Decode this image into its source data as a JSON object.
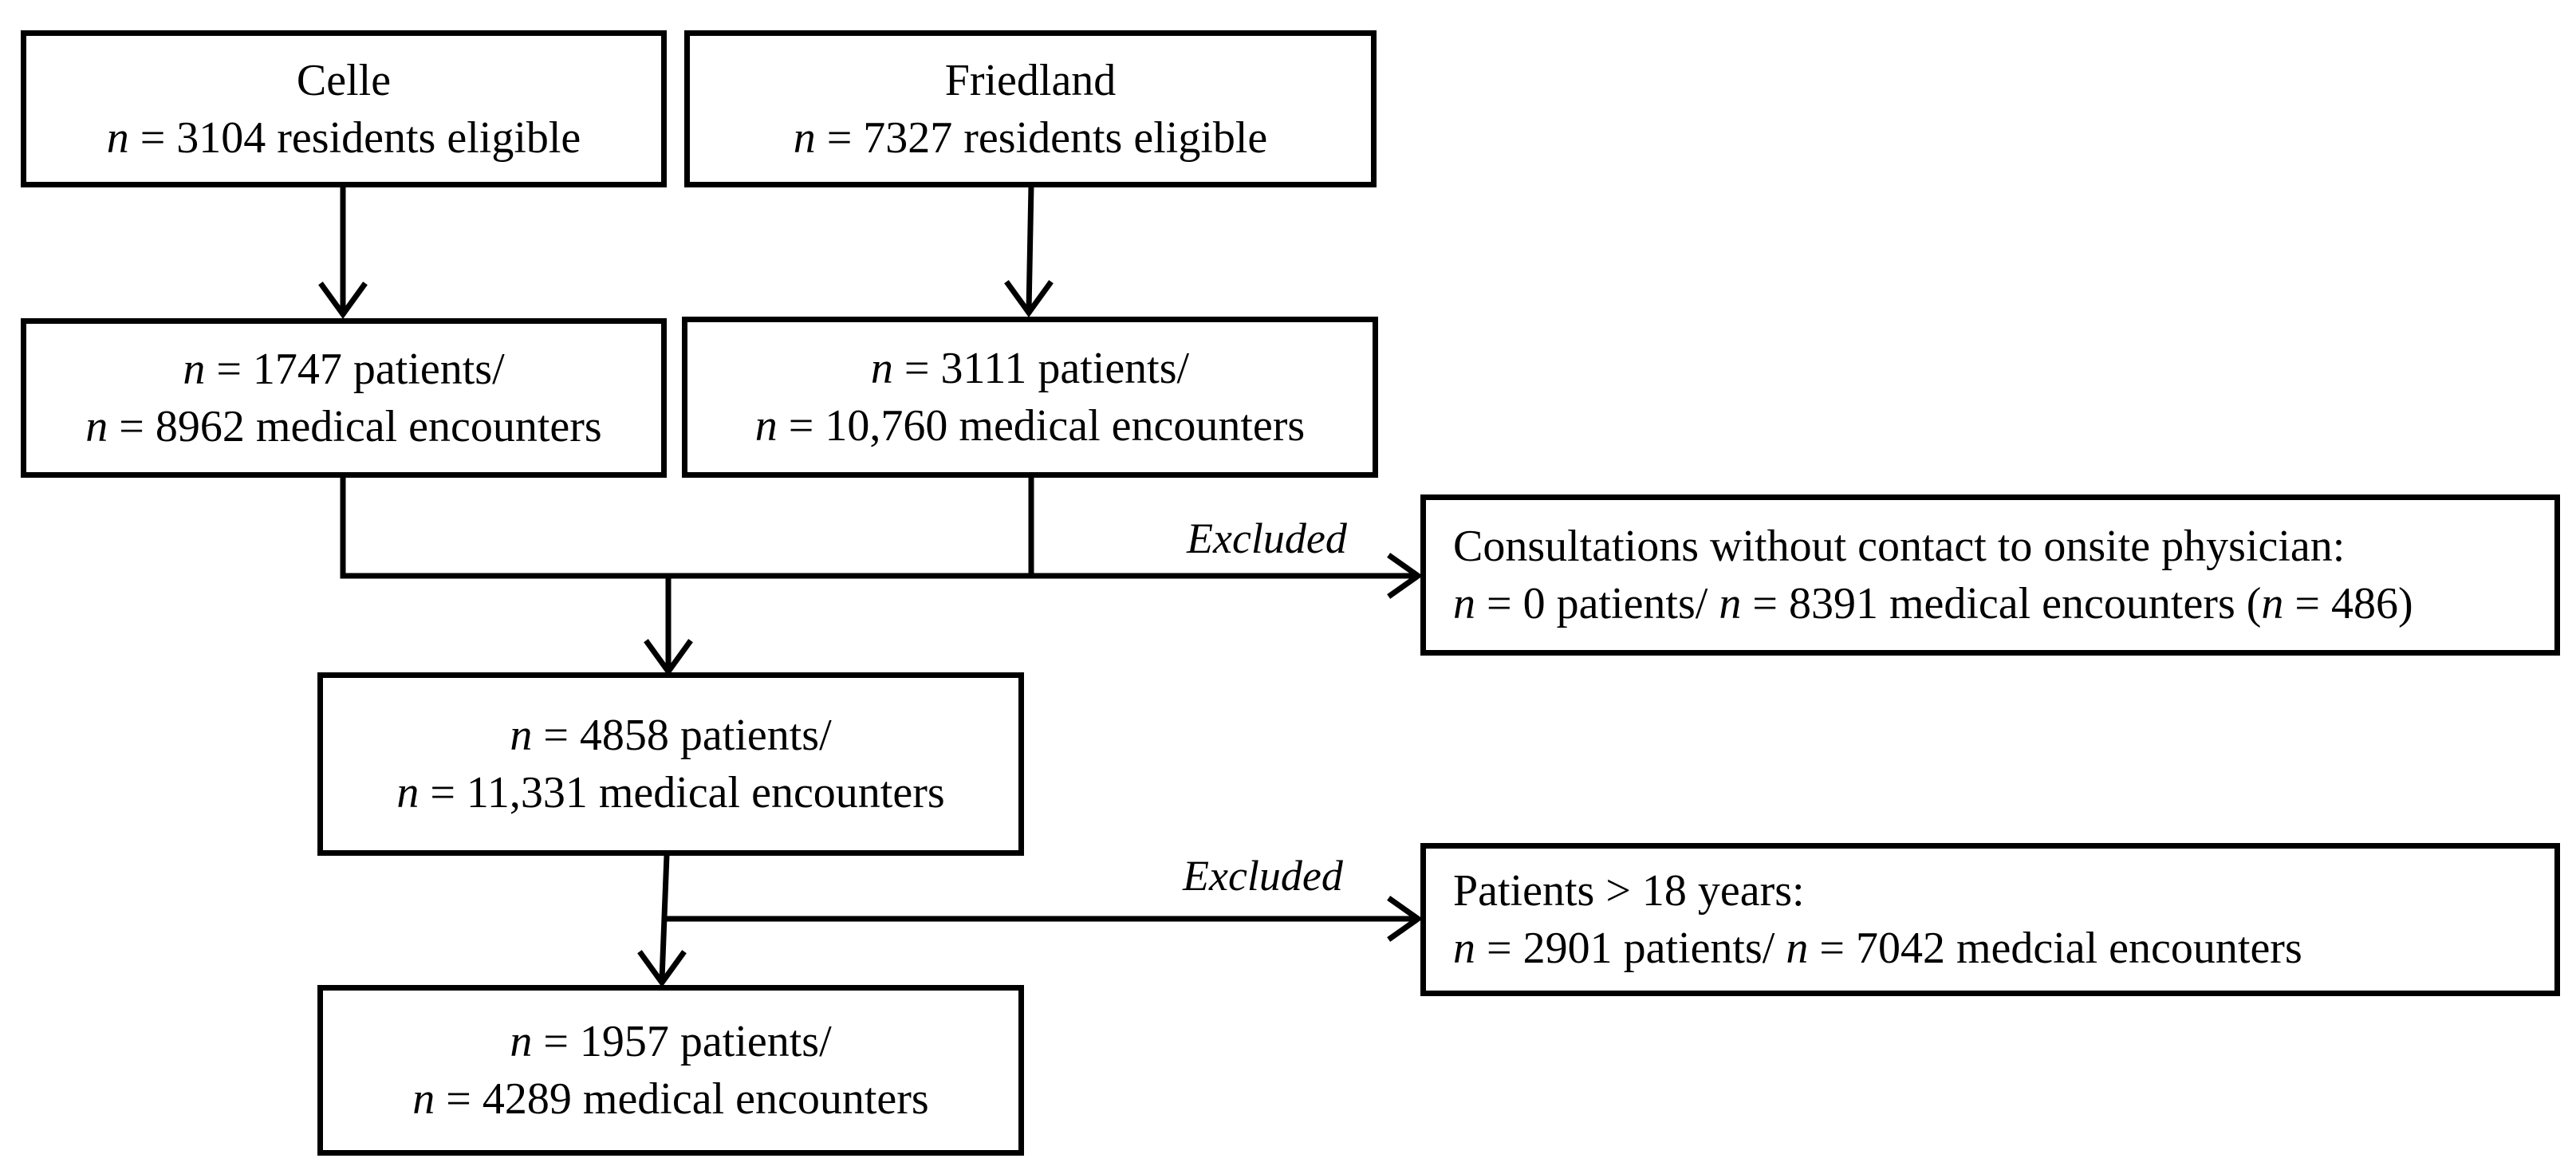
{
  "n_symbol": "n",
  "celle": {
    "title": "Celle",
    "n_value": "3104",
    "text": "residents eligible"
  },
  "friedland": {
    "title": "Friedland",
    "n_value": "7327",
    "text": "residents eligible"
  },
  "celle_patients": {
    "patients_n": "1747",
    "patients_text": "patients/",
    "encounters_n": "8962",
    "encounters_text": "medical encounters"
  },
  "friedland_patients": {
    "patients_n": "3111",
    "patients_text": "patients/",
    "encounters_n": "10,760",
    "encounters_text": "medical encounters"
  },
  "excluded_label": "Excluded",
  "exclusion1": {
    "title": "Consultations without contact to onsite physician:",
    "patients_n": "0",
    "patients_text": "patients/",
    "encounters_n": "8391",
    "encounters_text": "medical encounters (",
    "paren_n": "486",
    "paren_close": ")"
  },
  "combined": {
    "patients_n": "4858",
    "patients_text": "patients/",
    "encounters_n": "11,331",
    "encounters_text": "medical encounters"
  },
  "exclusion2": {
    "title": "Patients > 18 years:",
    "patients_n": "2901",
    "patients_text": "patients/",
    "encounters_n": "7042",
    "encounters_text": "medcial encounters"
  },
  "final": {
    "patients_n": "1957",
    "patients_text": "patients/",
    "encounters_n": "4289",
    "encounters_text": "medical encounters"
  }
}
